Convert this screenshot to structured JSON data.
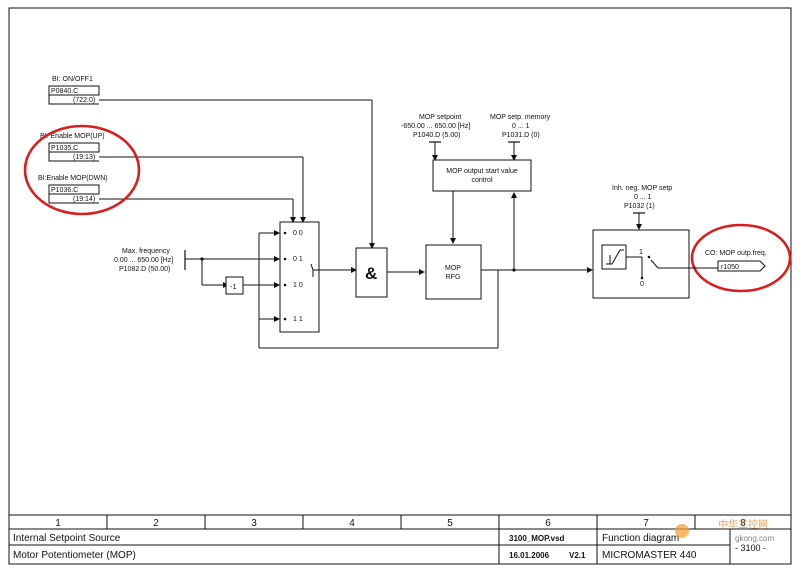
{
  "signals": {
    "on_off": {
      "label": "BI: ON/OFF1",
      "param": "P0840.C",
      "value": "(722:0)"
    },
    "enable_up": {
      "label": "BI: Enable MOP(UP)",
      "param": "P1035.C",
      "value": "(19:13)"
    },
    "enable_down": {
      "label": "BI:Enable MOP(DWN)",
      "param": "P1036.C",
      "value": "(19:14)"
    }
  },
  "max_freq": {
    "label": "Max. frequency",
    "range": "0.00 ... 650.00  [Hz]",
    "param": "P1082.D (50.00)"
  },
  "mop_setpoint": {
    "label": "MOP setpoint",
    "range": "-650.00 ... 650.00  [Hz]",
    "param": "P1040.D (5.00)"
  },
  "mop_memory": {
    "label": "MOP setp. memory",
    "range": "0 ... 1",
    "param": "P1031.D (0)"
  },
  "start_value": {
    "line1": "MOP output start value",
    "line2": "control"
  },
  "inh_neg": {
    "label": "Inh. neg. MOP setp",
    "range": "0 ... 1",
    "param": "P1032 (1)"
  },
  "mux": {
    "r1": "0  0",
    "r2": "0  1",
    "r3": "1  0",
    "r4": "1  1"
  },
  "negate": "-1",
  "and_symbol": "&",
  "rfg": {
    "line1": "MOP",
    "line2": "RFG"
  },
  "switch": {
    "pos1": "1",
    "pos0": "0"
  },
  "output": {
    "label": "CO: MOP outp.freq.",
    "param": "r1050"
  },
  "footer": {
    "columns": [
      "1",
      "2",
      "3",
      "4",
      "5",
      "6",
      "7",
      "8"
    ],
    "title1": "Internal Setpoint Source",
    "title2": "Motor Potentiometer (MOP)",
    "file": "3100_MOP.vsd",
    "date": "16.01.2006",
    "version": "V2.1",
    "type": "Function diagram",
    "product": "MICROMASTER 440",
    "page": "- 3100 -",
    "watermark": "gkong.com",
    "watermark_cn": "中华工控网"
  },
  "colors": {
    "annotation": "#d81e1e",
    "line": "#111111"
  }
}
